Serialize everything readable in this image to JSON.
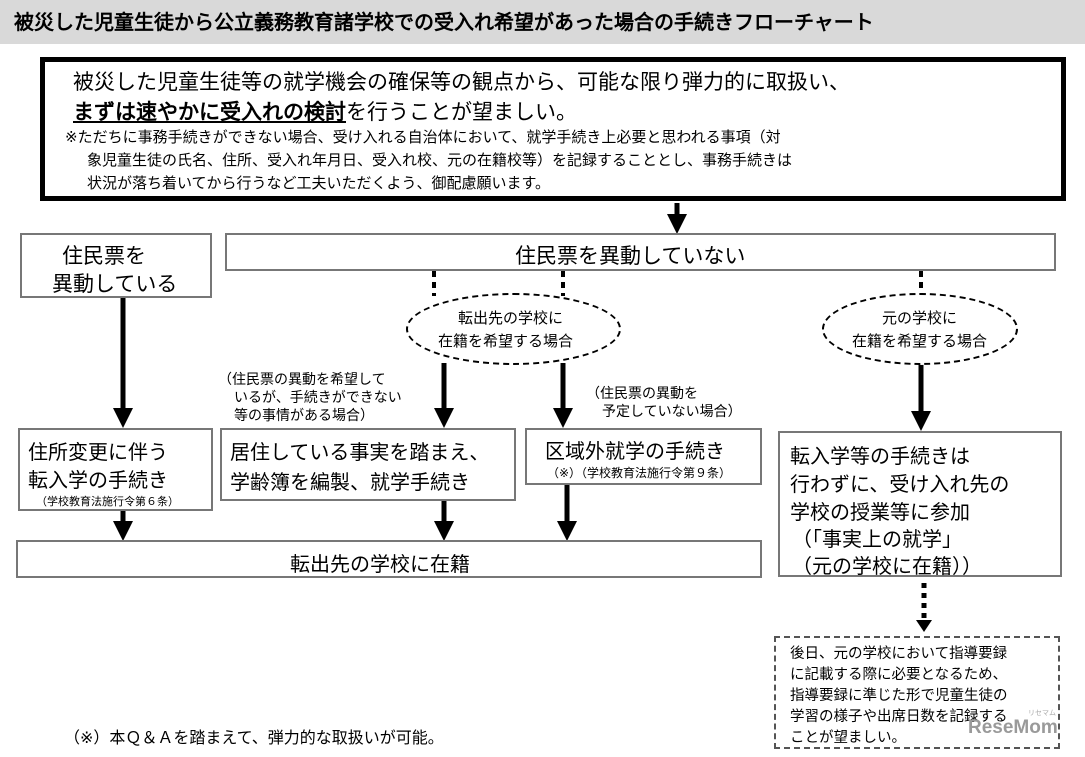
{
  "title": "被災した児童生徒から公立義務教育諸学校での受入れ希望があった場合の手続きフローチャート",
  "intro": {
    "line1": "被災した児童生徒等の就学機会の確保等の観点から、可能な限り弾力的に取扱い、",
    "line2_emphasis": "まずは速やかに受入れの検討",
    "line2_rest": "を行うことが望ましい。",
    "note_line1": "※ただちに事務手続きができない場合、受け入れる自治体において、就学手続き上必要と思われる事項（対",
    "note_line2": "象児童生徒の氏名、住所、受入れ年月日、受入れ校、元の在籍校等）を記録することとし、事務手続きは",
    "note_line3": "状況が落ち着いてから行うなど工夫いただくよう、御配慮願います。"
  },
  "nodes": {
    "moved": {
      "line1": "住民票を",
      "line2": "異動している"
    },
    "not_moved": {
      "line1": "住民票を異動していない"
    },
    "ellipse_transfer": {
      "line1": "転出先の学校に",
      "line2": "在籍を希望する場合"
    },
    "ellipse_original": {
      "line1": "元の学校に",
      "line2": "在籍を希望する場合"
    },
    "cond_left": {
      "line1": "（住民票の異動を希望して",
      "line2": "いるが、手続きができない",
      "line3": "等の事情がある場合）"
    },
    "cond_right": {
      "line1": "（住民票の異動を",
      "line2": "予定していない場合）"
    },
    "address_change": {
      "line1": "住所変更に伴う",
      "line2": "転入学の手続き",
      "line3": "（学校教育法施行令第６条）"
    },
    "residence_fact": {
      "line1": "居住している事実を踏まえ、",
      "line2": "学齢簿を編製、就学手続き"
    },
    "outside_district": {
      "line1": "区域外就学の手続き",
      "line2": "（※）（学校教育法施行令第９条）"
    },
    "de_facto": {
      "line1": "転入学等の手続きは",
      "line2": "行わずに、受け入れ先の",
      "line3": "学校の授業等に参加",
      "line4": "（「事実上の就学」",
      "line5": "（元の学校に在籍））"
    },
    "enrolled": {
      "line1": "転出先の学校に在籍"
    },
    "record": {
      "line1": "後日、元の学校において指導要録",
      "line2": "に記載する際に必要となるため、",
      "line3": "指導要録に準じた形で児童生徒の",
      "line4": "学習の様子や出席日数を記録する",
      "line5": "ことが望ましい。"
    }
  },
  "footnote": "（※）本Ｑ＆Ａを踏まえて、弾力的な取扱いが可能。",
  "logo": {
    "text": "ReseMom",
    "small": "リセマム"
  },
  "colors": {
    "title_bg": "#d9d9d9",
    "box_border": "#777777",
    "arrow": "#000000",
    "logo": "#9a9a9a"
  }
}
